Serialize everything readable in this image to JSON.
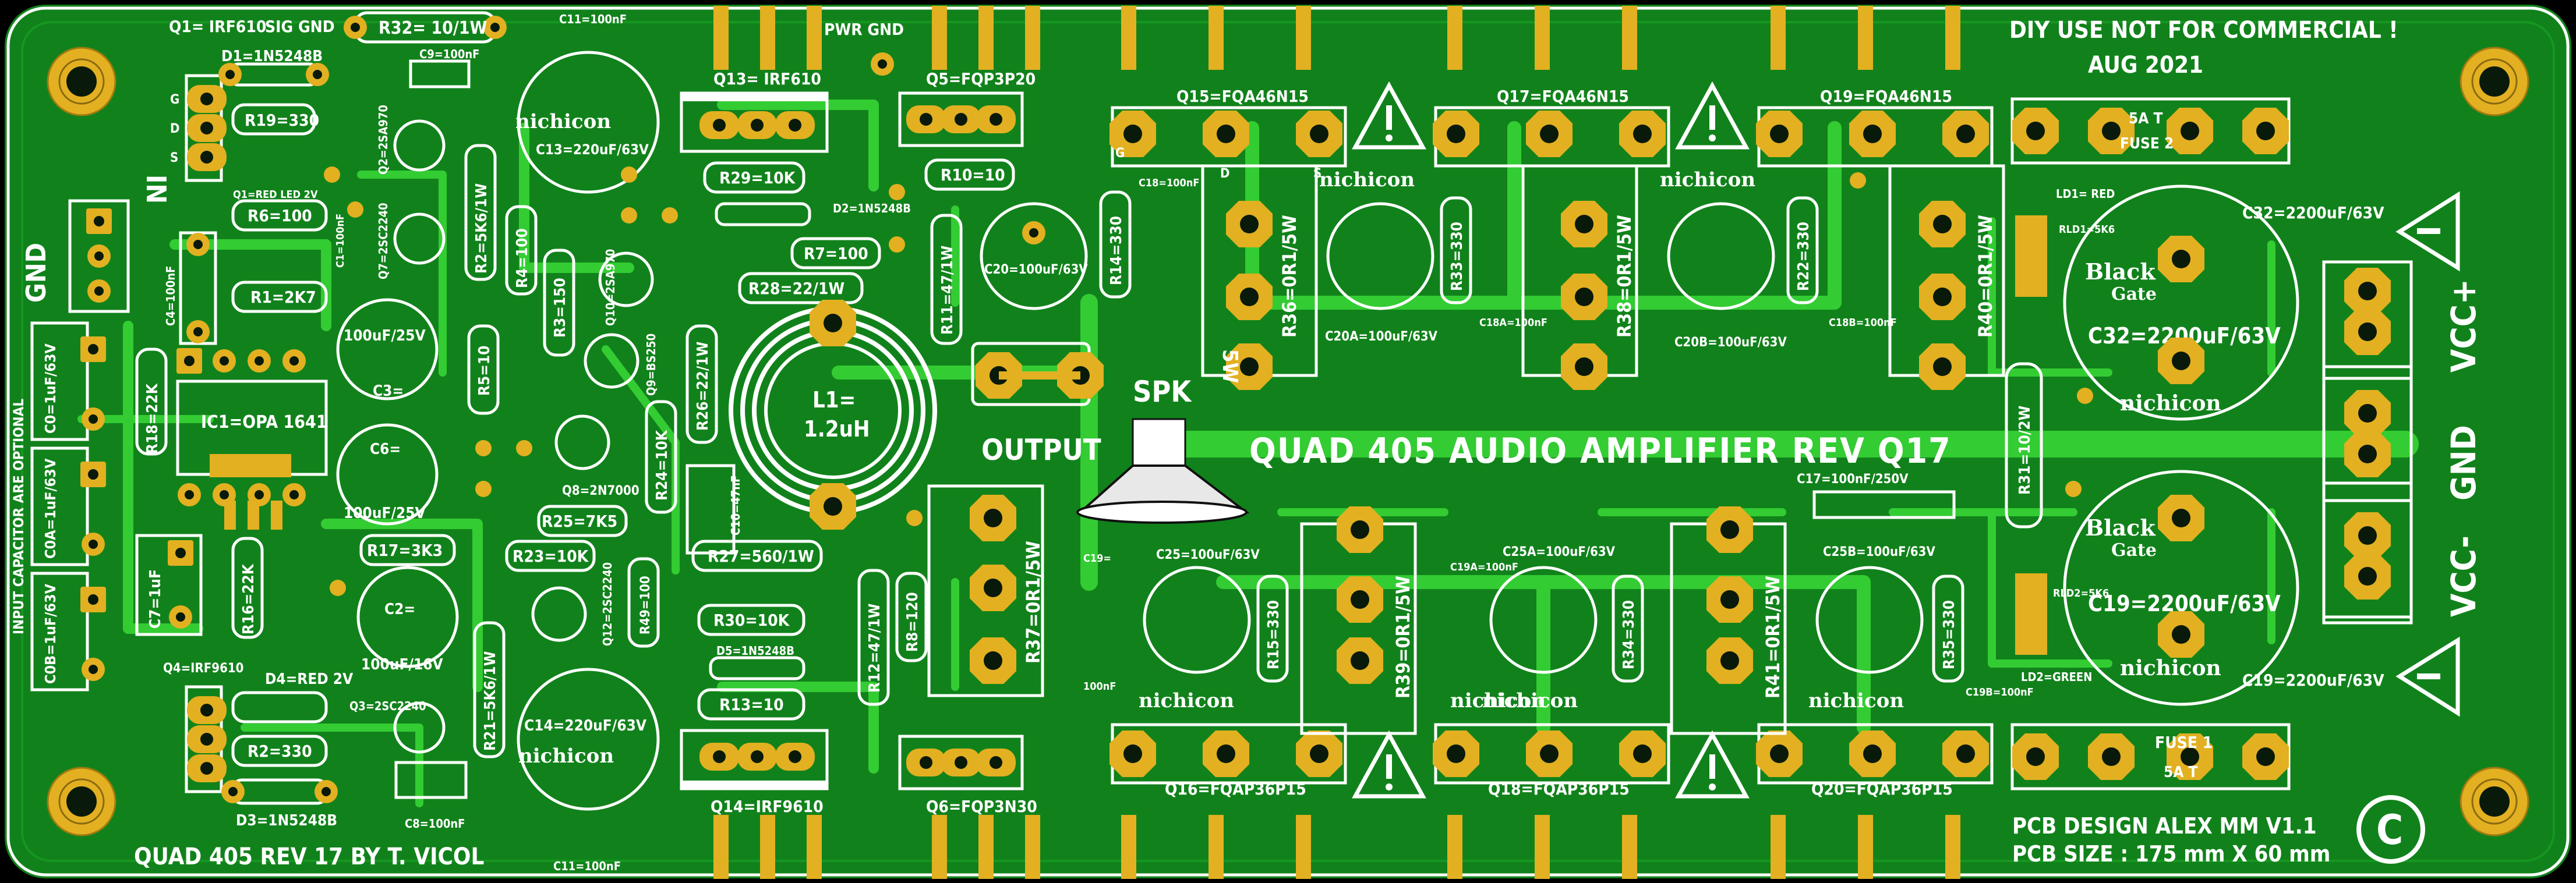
{
  "colors": {
    "board": "#11821b",
    "trace": "#33cc33",
    "copper_pad": "#e2b021",
    "silkscreen": "#ffffff",
    "edge": "#000000"
  },
  "title": {
    "main": "QUAD 405 AUDIO AMPLIFIER   REV  Q17",
    "notice_line1": "DIY USE NOT FOR COMMERCIAL !",
    "notice_line2": "AUG 2021",
    "credit": "QUAD 405  REV 17 BY T. VICOL",
    "design": "PCB DESIGN ALEX MM V1.1",
    "size": "PCB SIZE : 175 mm X 60 mm",
    "copyright": "C"
  },
  "connectors": {
    "in": "IN",
    "gnd_left": "GND",
    "output": "OUTPUT",
    "spk": "SPK",
    "pwr_gnd": "PWR GND",
    "sig_gnd": "SIG GND",
    "vcc_plus": "VCC+",
    "gnd_right": "GND",
    "vcc_minus": "VCC-",
    "input_note": "INPUT CAPACITOR ARE OPTIONAL"
  },
  "fuses": {
    "fuse2_rating": "5A T",
    "fuse2_label": "FUSE 2",
    "fuse1_label": "FUSE 1",
    "fuse1_rating": "5A T"
  },
  "inductor": {
    "line1": "L1=",
    "line2": "1.2uH"
  },
  "brands": {
    "nichicon": "nichicon",
    "black": "Black",
    "gate": "Gate"
  },
  "labels": {
    "q1": "Q1= IRF610",
    "d1": "D1=1N5248B",
    "r19": "R19=330",
    "q1led": "Q1=RED LED 2V",
    "r6": "R6=100",
    "r1": "R1=2K7",
    "c4": "C4=100nF",
    "c0": "C0=1uF/63V",
    "c0a": "C0A=1uF/63V",
    "c0b": "C0B=1uF/63V",
    "r18": "R18=22K",
    "ic1": "IC1=OPA 1641",
    "c7": "C7=1uF",
    "q4": "Q4=IRF9610",
    "d4": "D4=RED 2V",
    "r2": "R2=330",
    "d3": "D3=1N5248B",
    "r16": "R16=22K",
    "r17": "R17=3K3",
    "c2": "C2=",
    "c2v": "100uF/16V",
    "c3": "C3=",
    "c3v": "100uF/25V",
    "c6": "C6=",
    "c6v": "100uF/25V",
    "c1": "C1=100nF",
    "r32": "R32= 10/1W",
    "c9": "C9=100nF",
    "c13": "C13=220uF/63V",
    "c14": "C14=220uF/63V",
    "c11top": "C11=100nF",
    "c11bot": "C11=100nF",
    "c8": "C8=100nF",
    "q2": "Q2=2SA970",
    "q7": "Q7=2SC2240",
    "q3": "Q3=2SC2240",
    "r2b": "R2=5K6/1W",
    "r21": "R21=5K6/1W",
    "r4": "R4=100",
    "r5": "R5=10",
    "r3": "R3=150",
    "q10": "Q10=2SA970",
    "q9": "Q9=BS250",
    "q8": "Q8=2N7000",
    "r25": "R25=7K5",
    "r23": "R23=10K",
    "q12": "Q12=2SC2240",
    "r49": "R49=100",
    "r24": "R24=10K",
    "r26": "R26=22/1W",
    "c10": "C10=47nF",
    "r27": "R27=560/1W",
    "q13": "Q13= IRF610",
    "r29": "R29=10K",
    "d2": "D2=1N5248B",
    "r7": "R7=100",
    "r28": "R28=22/1W",
    "r30": "R30=10K",
    "d5": "D5=1N5248B",
    "r13": "R13=10",
    "q14": "Q14=IRF9610",
    "q5": "Q5=FQP3P20",
    "q6": "Q6=FQP3N30",
    "r10": "R10=10",
    "r11": "R11=47/1W",
    "c20": "C20=100uF/63V",
    "r14": "R14=330",
    "c18": "C18=100nF",
    "r12": "R12=47/1W",
    "r8": "R8=120",
    "r37": "R37=0R1/5W",
    "c19s": "C19=",
    "c19sv": "100nF",
    "c25": "C25=100uF/63V",
    "r15": "R15=330",
    "r39": "R39=0R1/5W",
    "q15": "Q15=FQA46N15",
    "q16": "Q16=FQAP36P15",
    "r36": "R36=0R1/5W",
    "c20a": "C20A=100uF/63V",
    "r33": "R33=330",
    "c18a": "C18A=100nF",
    "c19a": "C19A=100nF",
    "c25a": "C25A=100uF/63V",
    "r34": "R34=330",
    "q17": "Q17=FQA46N15",
    "q18": "Q18=FQAP36P15",
    "r38": "R38=0R1/5W",
    "r41": "R41=0R1/5W",
    "c20b": "C20B=100uF/63V",
    "r22": "R22=330",
    "c18b": "C18B=100nF",
    "c17": "C17=100nF/250V",
    "c25b": "C25B=100uF/63V",
    "r35": "R35=330",
    "c19b": "C19B=100nF",
    "q19": "Q19=FQA46N15",
    "q20": "Q20=FQAP36P15",
    "r40": "R40=0R1/5W",
    "r31": "R31=10/2W",
    "ld1": "LD1= RED",
    "rld1": "RLD1=5K6",
    "rld2": "RLD2=5K6",
    "ld2": "LD2=GREEN",
    "c32": "C32=2200uF/63V",
    "c32big": "C32=2200uF/63V",
    "c19big": "C19=2200uF/63V",
    "c19": "C19=2200uF/63V",
    "pin_g": "G",
    "pin_d": "D",
    "pin_s": "S",
    "res5w": "5W"
  }
}
